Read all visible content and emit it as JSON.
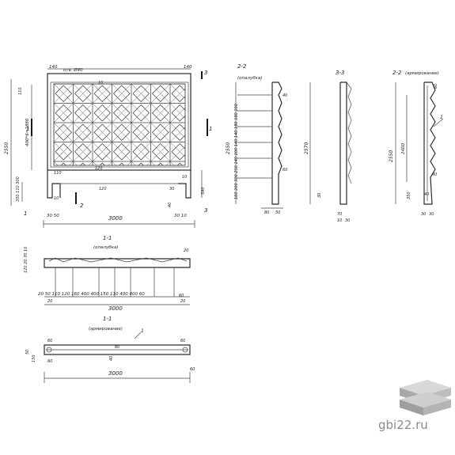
{
  "watermark": {
    "site": "gbi22.ru",
    "logo_icon": "stacked-slabs-logo-icon"
  },
  "sections": {
    "s22_title": "2-2",
    "s22_sub": "(опалубка)",
    "s33_title": "3-3",
    "s22a_title": "2-2",
    "s22a_sub": "(армирование)",
    "s11_title": "1-1",
    "s11_sub": "(опалубка)",
    "s11a_title": "1-1",
    "s11a_sub": "(армирование)"
  },
  "markers": {
    "m1": "1",
    "m1r": "1",
    "m2": "2",
    "m2r": "2",
    "m3": "3",
    "m3b": "3",
    "note1": "1",
    "note1b": "1",
    "note1c": "1"
  },
  "front": {
    "dim_total_w": "3000",
    "dim_total_h": "2550",
    "dim_panel": "400*6=1880",
    "dim_top_left": "140",
    "dim_top_right": "140",
    "dim_opening": "отв. Ø40",
    "dim_10": "10",
    "dim_110": "110",
    "dim_120": "120",
    "dim_350_100_300": "350 110 300",
    "dim_30_50": "30 50",
    "dim_10b": "10",
    "dim_30_10": "30 10",
    "dim_590": "590",
    "dim_110b": "110",
    "dim_120b": "120",
    "dim_30": "30",
    "dim_40": "40",
    "dim_10c": "10"
  },
  "side22": {
    "dims": "160 200 300 250 140 200 140 140 180 180 100",
    "dim_2550": "2550",
    "dim_80": "80",
    "dim_50": "50",
    "dim_40": "40",
    "dim_60": "60"
  },
  "side33": {
    "dim_2570": "2570",
    "dim_30": "30",
    "dim_70": "70",
    "dim_10": "10",
    "dim_30b": "30"
  },
  "side22a": {
    "dim_2550": "2550",
    "dim_2400": "2400",
    "dim_60": "60",
    "dim_40": "40",
    "dim_350": "350",
    "dim_40b": "40",
    "dim_30": "30",
    "dim_30b": "30"
  },
  "plan11": {
    "left_dims": "120 20 70 10",
    "bottom_dims": "20 50 110 120 160 400 400 150 110 400 400 60",
    "dim_20": "20",
    "dim_3000": "3000",
    "dim_20r": "20",
    "dim_20b": "20",
    "dim_60": "60"
  },
  "plan11a": {
    "dim_60": "60",
    "dim_50": "50",
    "dim_150": "150",
    "dim_40": "40",
    "dim_60b": "60",
    "dim_3000": "3000",
    "dim_60c": "60",
    "dim_60d": "60",
    "dim_80": "80"
  }
}
